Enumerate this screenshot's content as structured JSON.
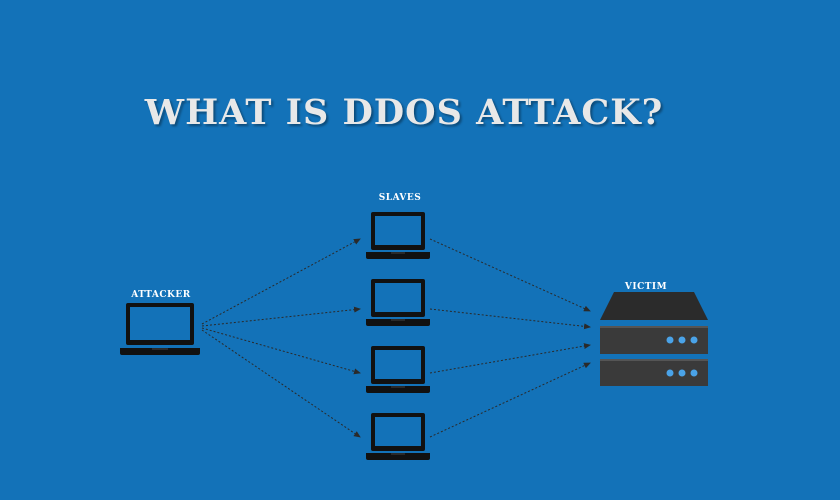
{
  "title": "WHAT IS DDOS ATTACK?",
  "labels": {
    "attacker": "ATTACKER",
    "slaves": "SLAVES",
    "victim": "VICTIM"
  },
  "colors": {
    "background": "#1372b8",
    "device": "#111111",
    "server_top": "#2b2b2b",
    "server_body": "#3a3a3a",
    "server_lights": "#4aa3e8",
    "arrows": "#2a2a2a"
  },
  "nodes": [
    {
      "id": "attacker",
      "icon": "laptop-icon"
    },
    {
      "id": "slave-1",
      "icon": "laptop-icon"
    },
    {
      "id": "slave-2",
      "icon": "laptop-icon"
    },
    {
      "id": "slave-3",
      "icon": "laptop-icon"
    },
    {
      "id": "slave-4",
      "icon": "laptop-icon"
    },
    {
      "id": "victim",
      "icon": "server-icon"
    }
  ],
  "edges": [
    {
      "from": "attacker",
      "to": "slave-1"
    },
    {
      "from": "attacker",
      "to": "slave-2"
    },
    {
      "from": "attacker",
      "to": "slave-3"
    },
    {
      "from": "attacker",
      "to": "slave-4"
    },
    {
      "from": "slave-1",
      "to": "victim"
    },
    {
      "from": "slave-2",
      "to": "victim"
    },
    {
      "from": "slave-3",
      "to": "victim"
    },
    {
      "from": "slave-4",
      "to": "victim"
    }
  ]
}
